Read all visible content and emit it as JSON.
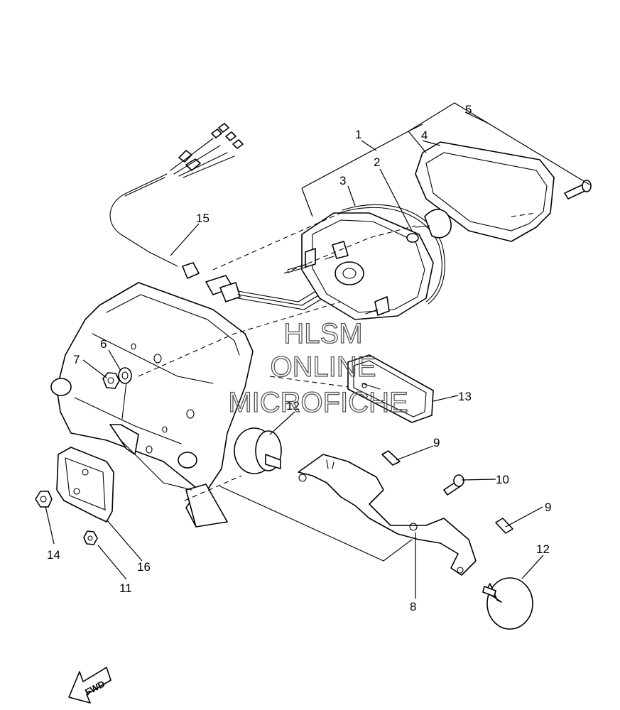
{
  "callouts": {
    "c1": "1",
    "c2": "2",
    "c3": "3",
    "c4": "4",
    "c5": "5",
    "c6": "6",
    "c7": "7",
    "c8": "8",
    "c9a": "9",
    "c9b": "9",
    "c10": "10",
    "c11": "11",
    "c12a": "12",
    "c12b": "12",
    "c13": "13",
    "c14": "14",
    "c15": "15",
    "c16": "16"
  },
  "watermark": {
    "line1": "HLSM",
    "line2": "ONLINE",
    "line3": "MICROFICHE"
  },
  "fwd_label": "FWD"
}
